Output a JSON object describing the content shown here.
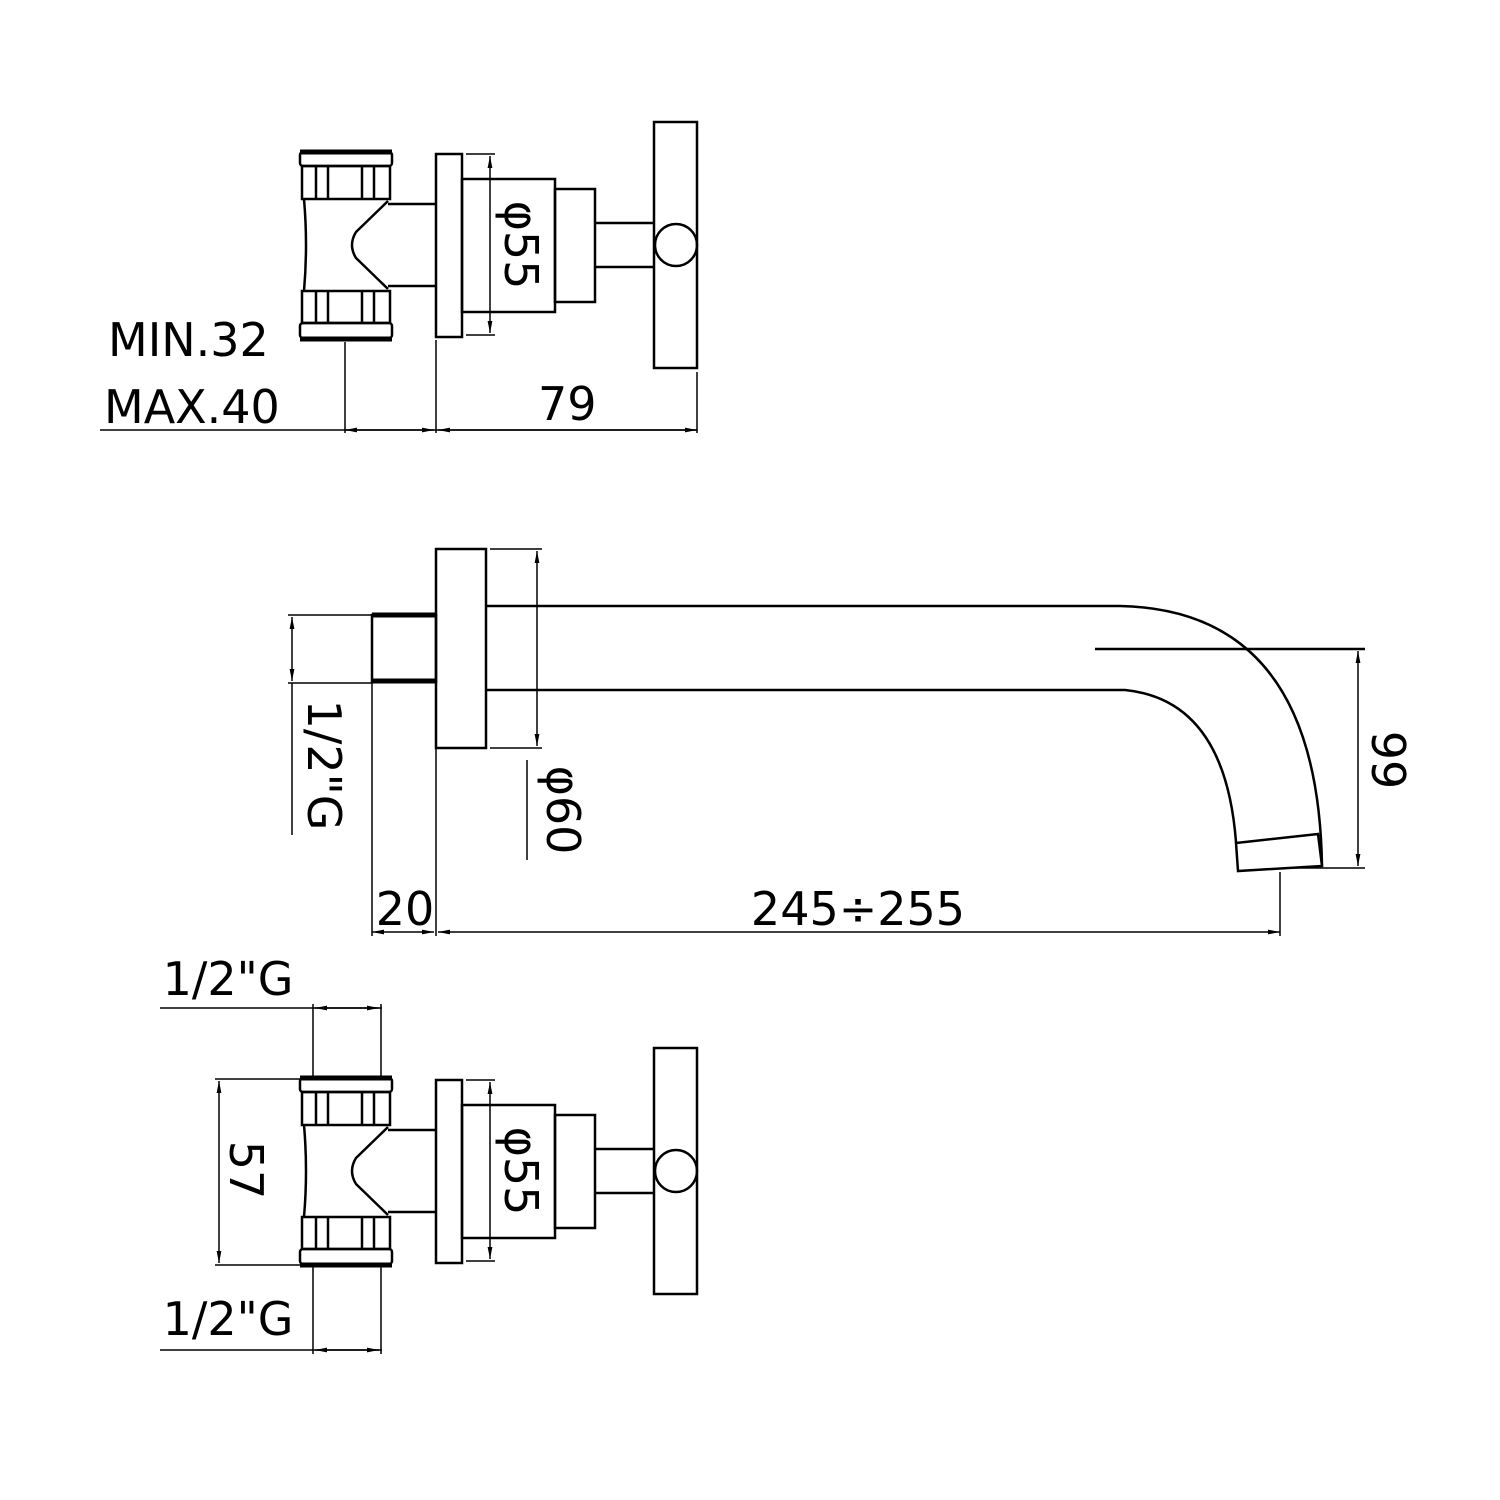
{
  "top_valve": {
    "diameter_label": "φ55",
    "min_label": "MIN.32",
    "max_label": "MAX.40",
    "depth_label": "79"
  },
  "spout": {
    "thread_label": "1/2\"G",
    "diameter_label": "φ60",
    "height_label": "99",
    "offset_label": "20",
    "length_label": "245÷255"
  },
  "bottom_valve": {
    "diameter_label": "φ55",
    "thread_top_label": "1/2\"G",
    "thread_bottom_label": "1/2\"G",
    "height_label": "57"
  }
}
